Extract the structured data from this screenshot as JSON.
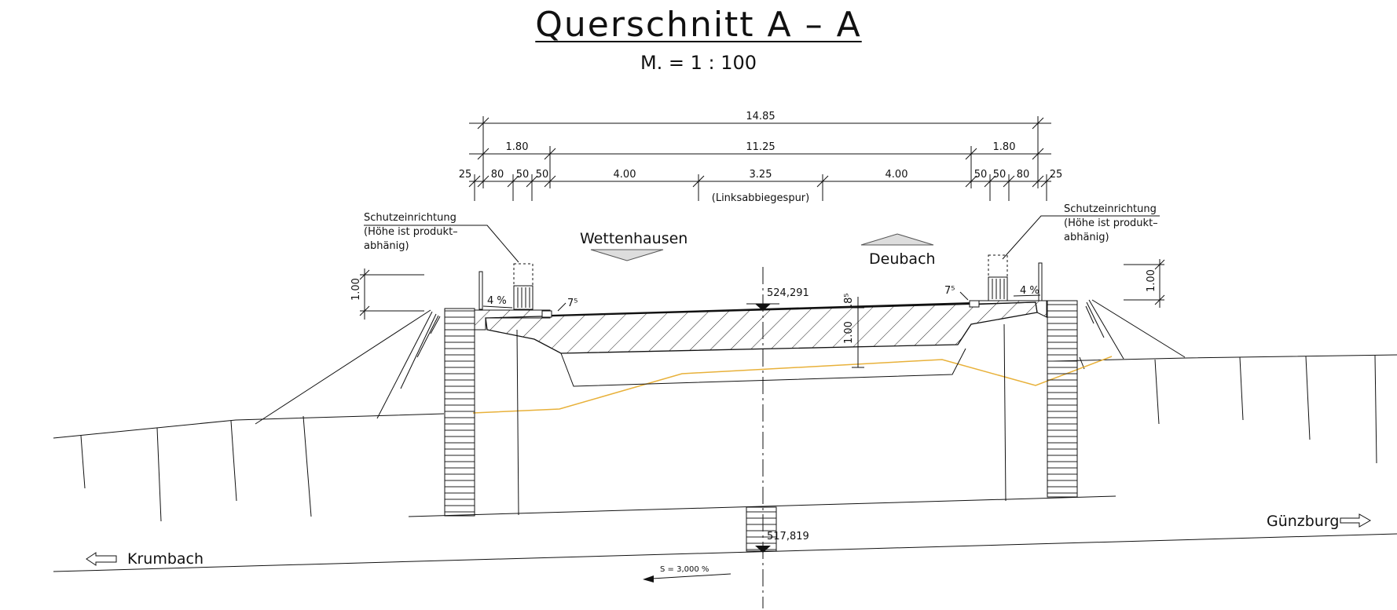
{
  "header": {
    "title": "Querschnitt A – A",
    "scale": "M. =  1 : 100"
  },
  "dimensions": {
    "overall": "14.85",
    "left_verge": "1.80",
    "carriageway": "11.25",
    "right_verge": "1.80",
    "row3": [
      "25",
      "80",
      "50",
      "50",
      "4.00",
      "3.25",
      "4.00",
      "50",
      "50",
      "80",
      "25"
    ],
    "turn_lane_note": "(Linksabbiegespur)"
  },
  "labels": {
    "barrier_left": [
      "Schutzeinrichtung",
      "(Höhe ist produkt–",
      "abhänig)"
    ],
    "barrier_right": [
      "Schutzeinrichtung",
      "(Höhe ist produkt–",
      "abhänig)"
    ],
    "dir_left": "Wettenhausen",
    "dir_right": "Deubach",
    "slope_left": "4 %",
    "slope_right": "4 %",
    "cant_left": "7⁵",
    "cant_right": "7⁵",
    "elev_top": "524,291",
    "elev_bottom": "517,819",
    "depth_top": ".8⁵",
    "depth_main": "1.00",
    "rail_left": "1.00",
    "rail_right": "1.00",
    "town_left": "Krumbach",
    "town_right": "Günzburg",
    "gradient": "S = 3,000 %"
  },
  "colors": {
    "line": "#111111",
    "terrain": "#e8b13a",
    "hatch": "#222222"
  }
}
